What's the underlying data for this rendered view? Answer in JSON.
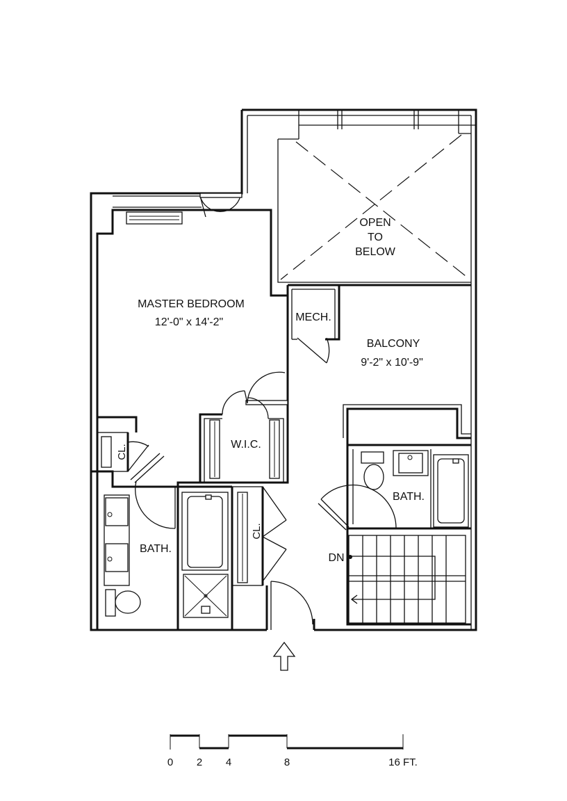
{
  "rooms": {
    "open_to_below": [
      "OPEN",
      "TO",
      "BELOW"
    ],
    "master_bedroom": {
      "name": "MASTER BEDROOM",
      "dims": "12'-0\" x 14'-2\""
    },
    "mech": "MECH.",
    "balcony": {
      "name": "BALCONY",
      "dims": "9'-2\" x 10'-9\""
    },
    "wic": "W.I.C.",
    "closet_left": "CL.",
    "closet_right": "CL.",
    "bath_left": "BATH.",
    "bath_right": "BATH.",
    "stair_label": "DN"
  },
  "scale_bar": {
    "ticks": [
      "0",
      "2",
      "4",
      "8",
      "16 FT."
    ]
  },
  "icons": {
    "entry": "entry-arrow-icon"
  }
}
